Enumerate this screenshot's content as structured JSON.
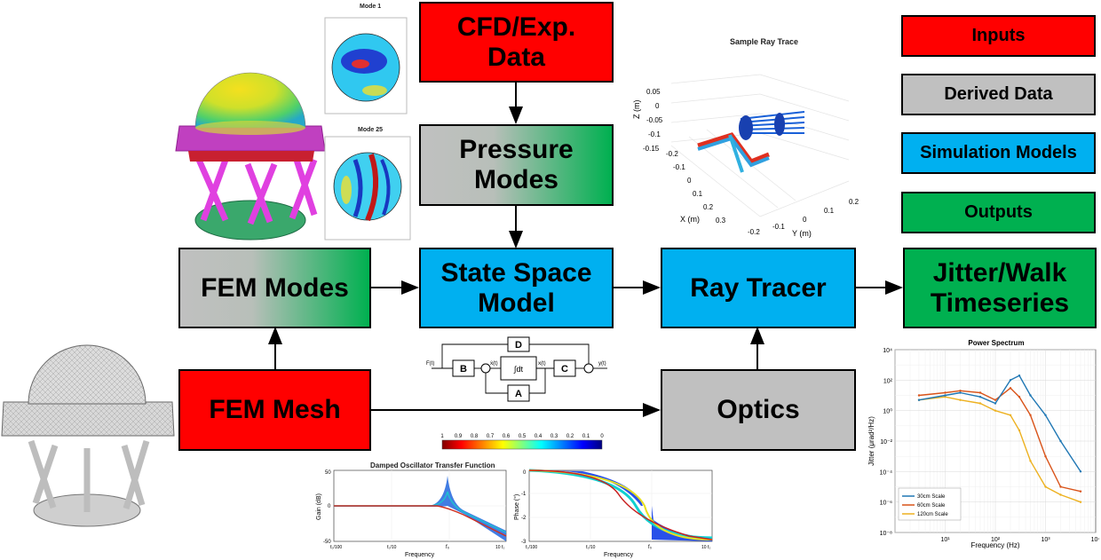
{
  "flow": {
    "cfd": "CFD/Exp.\nData",
    "pressure_modes": "Pressure\nModes",
    "fem_modes": "FEM Modes",
    "state_space": "State Space\nModel",
    "ray_tracer": "Ray Tracer",
    "jitter": "Jitter/Walk\nTimeseries",
    "fem_mesh": "FEM Mesh",
    "optics": "Optics"
  },
  "legend": {
    "inputs": "Inputs",
    "derived": "Derived Data",
    "sim": "Simulation Models",
    "outputs": "Outputs"
  },
  "colors": {
    "input": "#ff0000",
    "derived": "#c0c0c0",
    "simulation": "#00b0f0",
    "output": "#00b050"
  },
  "modes": {
    "mode1": "Mode 1",
    "mode25": "Mode 25"
  },
  "ray_trace": {
    "title": "Sample Ray Trace",
    "zlabel": "Z (m)",
    "xlabel": "X (m)",
    "ylabel": "Y (m)",
    "zticks": [
      "0.05",
      "0",
      "-0.05",
      "-0.1",
      "-0.15"
    ],
    "xticks": [
      "-0.2",
      "-0.1",
      "0",
      "0.1",
      "0.2",
      "0.3"
    ],
    "yticks": [
      "0.2",
      "0.1",
      "0",
      "-0.1",
      "-0.2"
    ]
  },
  "block_diagram": {
    "B": "B",
    "C": "C",
    "D": "D",
    "A": "A",
    "input": "F(t)",
    "output": "y(t)",
    "integral": "∫dt",
    "xdot": "ẋ(t)",
    "x": "x(t)"
  },
  "colorbar": {
    "ticks": [
      "1",
      "0.9",
      "0.8",
      "0.7",
      "0.6",
      "0.5",
      "0.4",
      "0.3",
      "0.2",
      "0.1",
      "0"
    ]
  },
  "transfer": {
    "title": "Damped Oscillator Transfer Function",
    "gain_label": "Gain (dB)",
    "phase_label": "Phase (°)",
    "freq_label": "Frequency",
    "gain_ticks": [
      "50",
      "0",
      "-50"
    ],
    "phase_ticks": [
      "0",
      "-1",
      "-2",
      "-3"
    ],
    "freq_ticks": [
      "f₀/100",
      "f₀/10",
      "f₀",
      "10 f₀"
    ]
  },
  "chart_data": {
    "type": "line",
    "title": "Power Spectrum",
    "xlabel": "Frequency (Hz)",
    "ylabel": "Jitter (μrad²/Hz)",
    "xscale": "log",
    "yscale": "log",
    "xlim": [
      1,
      10000
    ],
    "ylim": [
      1e-08,
      10000
    ],
    "x_ticks": [
      "10¹",
      "10²",
      "10³",
      "10⁴"
    ],
    "y_ticks": [
      "10⁴",
      "10²",
      "10⁰",
      "10⁻²",
      "10⁻⁴",
      "10⁻⁶",
      "10⁻⁸"
    ],
    "legend_position": "bottom-left",
    "grid": true,
    "x": [
      3,
      10,
      20,
      50,
      100,
      200,
      300,
      500,
      1000,
      2000,
      5000
    ],
    "series": [
      {
        "name": "30cm Scale",
        "color": "#1f77b4",
        "values": [
          5,
          10,
          15,
          8,
          3,
          100,
          200,
          10,
          0.5,
          0.01,
          0.0001
        ]
      },
      {
        "name": "60cm Scale",
        "color": "#d95319",
        "values": [
          10,
          15,
          20,
          15,
          5,
          30,
          8,
          0.5,
          0.001,
          1e-05,
          5e-06
        ]
      },
      {
        "name": "120cm Scale",
        "color": "#edb120",
        "values": [
          5,
          8,
          5,
          3,
          1,
          0.5,
          0.05,
          0.0005,
          1e-05,
          3e-06,
          1e-06
        ]
      }
    ]
  }
}
